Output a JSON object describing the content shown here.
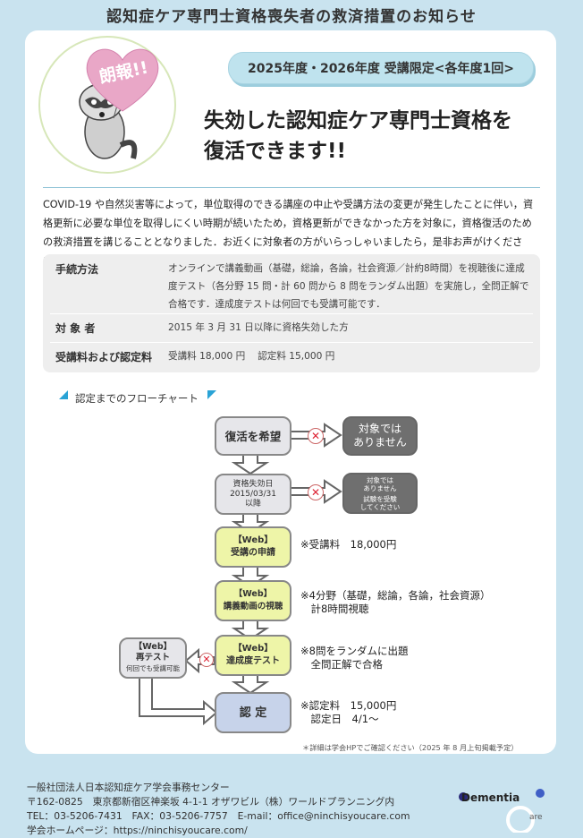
{
  "header": {
    "title": "認知症ケア専門士資格喪失者の救済措置のお知らせ"
  },
  "badge": {
    "text": "朗報!!"
  },
  "period": {
    "text": "2025年度・2026年度 受講限定<各年度1回>"
  },
  "headline": {
    "line1": "失効した認知症ケア専門士資格を",
    "line2": "復活できます!!"
  },
  "intro": {
    "text": "COVID-19 や自然災害等によって，単位取得のできる講座の中止や受講方法の変更が発生したことに伴い，資格更新に必要な単位を取得しにくい時期が続いたため，資格更新ができなかった方を対象に，資格復活のための救済措置を講じることとなりました．お近くに対象者の方がいらっしゃいましたら，是非お声がけください．"
  },
  "info": {
    "method": {
      "label": "手続方法",
      "text": "オンラインで講義動画（基礎，総論，各論，社会資源／計約8時間）を視聴後に達成度テスト（各分野 15 問・計 60 問から 8 問をランダム出題）を実施し，全問正解で合格です．達成度テストは何回でも受講可能です．"
    },
    "target": {
      "label": "対 象 者",
      "text": "2015 年 3 月 31 日以降に資格失効した方"
    },
    "fee": {
      "label": "受講料および認定料",
      "text": "受講料 18,000 円　 認定料 15,000 円"
    }
  },
  "flow": {
    "title": "認定までのフローチャート",
    "n1": "復活を希望",
    "n2": "資格失効日\n2015/03/31\n以降",
    "n3": "【Web】\n受講の申請",
    "n4": "【Web】\n講義動画の視聴",
    "n5": "【Web】\n達成度テスト",
    "n6": "認 定",
    "r1": "対象では\nありません",
    "r2a": "対象では\nありません",
    "r2b": "試験を受験\nしてください",
    "retest_title": "【Web】\n再テスト",
    "retest_sub": "何回でも受講可能",
    "note3": "※受講料　18,000円",
    "note4": "※4分野（基礎，総論，各論，社会資源）\n　計8時間視聴",
    "note5": "※8問をランダムに出題\n　全問正解で合格",
    "note6": "※認定料　15,000円\n　認定日　4/1～"
  },
  "detail_note": "＊詳細は学会HPでご確認ください（2025 年 8 月上旬掲載予定）",
  "footer": {
    "org": "一般社団法人日本認知症ケア学会事務センター",
    "address": "〒162-0825　東京都新宿区神楽坂 4-1-1 オザワビル（株）ワールドプランニング内",
    "contact": "TEL：03-5206-7431　FAX：03-5206-7757　E-mail：office@ninchisyoucare.com",
    "web": "学会ホームページ：https://ninchisyoucare.com/"
  },
  "logo": {
    "word1": "Dementia",
    "word2": "are"
  }
}
